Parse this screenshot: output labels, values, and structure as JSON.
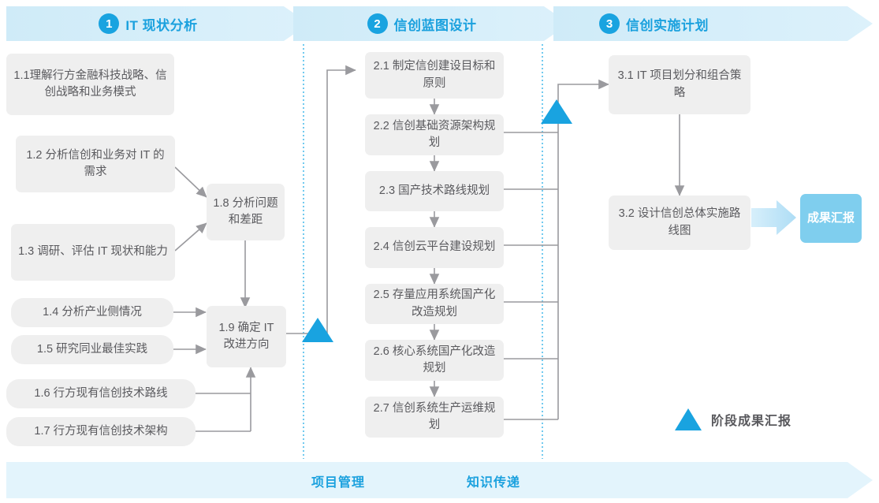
{
  "header": {
    "phases": [
      {
        "num": "1",
        "label": "IT 现状分析"
      },
      {
        "num": "2",
        "label": "信创蓝图设计"
      },
      {
        "num": "3",
        "label": "信创实施计划"
      }
    ]
  },
  "phase1_tasks": [
    {
      "id": "1.1",
      "text": "1.1理解行方金融科技战略、信创战略和业务模式"
    },
    {
      "id": "1.2",
      "text": "1.2 分析信创和业务对 IT 的需求"
    },
    {
      "id": "1.3",
      "text": "1.3 调研、评估 IT 现状和能力"
    },
    {
      "id": "1.4",
      "text": "1.4 分析产业侧情况"
    },
    {
      "id": "1.5",
      "text": "1.5 研究同业最佳实践"
    },
    {
      "id": "1.6",
      "text": "1.6 行方现有信创技术路线"
    },
    {
      "id": "1.7",
      "text": "1.7 行方现有信创技术架构"
    },
    {
      "id": "1.8",
      "text": "1.8 分析问题和差距"
    },
    {
      "id": "1.9",
      "text": "1.9 确定 IT 改进方向"
    }
  ],
  "phase2_tasks": [
    {
      "id": "2.1",
      "text": "2.1 制定信创建设目标和原则"
    },
    {
      "id": "2.2",
      "text": "2.2 信创基础资源架构规划"
    },
    {
      "id": "2.3",
      "text": "2.3 国产技术路线规划"
    },
    {
      "id": "2.4",
      "text": "2.4 信创云平台建设规划"
    },
    {
      "id": "2.5",
      "text": "2.5 存量应用系统国产化改造规划"
    },
    {
      "id": "2.6",
      "text": "2.6 核心系统国产化改造规划"
    },
    {
      "id": "2.7",
      "text": "2.7 信创系统生产运维规划"
    }
  ],
  "phase3_tasks": [
    {
      "id": "3.1",
      "text": "3.1 IT 项目划分和组合策略"
    },
    {
      "id": "3.2",
      "text": "3.2 设计信创总体实施路线图"
    }
  ],
  "result": {
    "label": "成果汇报"
  },
  "legend": {
    "label": "阶段成果汇报",
    "marker": "milestone-triangle"
  },
  "bottom": {
    "labels": [
      "项目管理",
      "知识传递"
    ]
  },
  "colors": {
    "accent": "#1BA1DE",
    "header_band": "#D6EFF9",
    "box_fill": "#EFEFEF",
    "box_text": "#5A5A5E",
    "result_fill": "#7FCEEE",
    "connector": "#9A9A9E",
    "divider": "#35B3E8",
    "bottom_band": "#E3F4FC"
  }
}
